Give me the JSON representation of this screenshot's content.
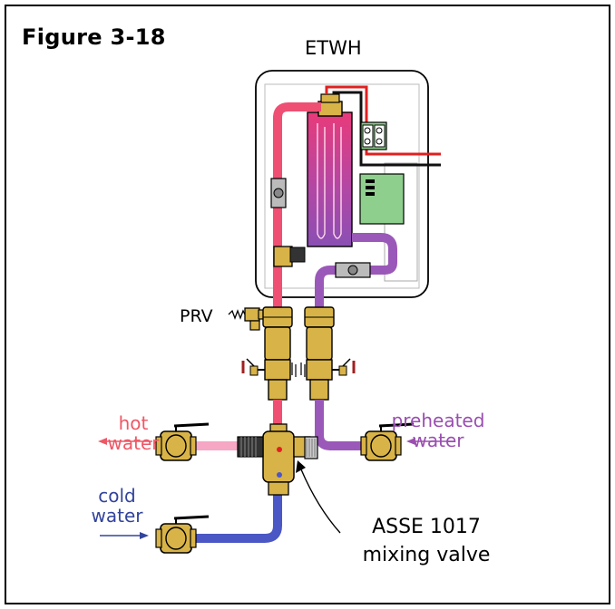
{
  "figure": {
    "title": "Figure 3-18"
  },
  "labels": {
    "etwh": "ETWH",
    "prv": "PRV",
    "hot": [
      "hot",
      "water"
    ],
    "cold": [
      "cold",
      "water"
    ],
    "preheated": [
      "preheated",
      "water"
    ],
    "mixing_valve": [
      "ASSE 1017",
      "mixing valve"
    ]
  },
  "colors": {
    "hot_pipe": "#ee4f73",
    "hot_pipe_light": "#f5a7c4",
    "cold_pipe": "#4b57c4",
    "preheated_pipe": "#9a58b8",
    "brass": "#d8b347",
    "hot_text": "#ee5866",
    "cold_text": "#33449c",
    "preheated_text": "#9a4eb0",
    "control_board": "#8fcf8e",
    "wire_red": "#e02020"
  }
}
